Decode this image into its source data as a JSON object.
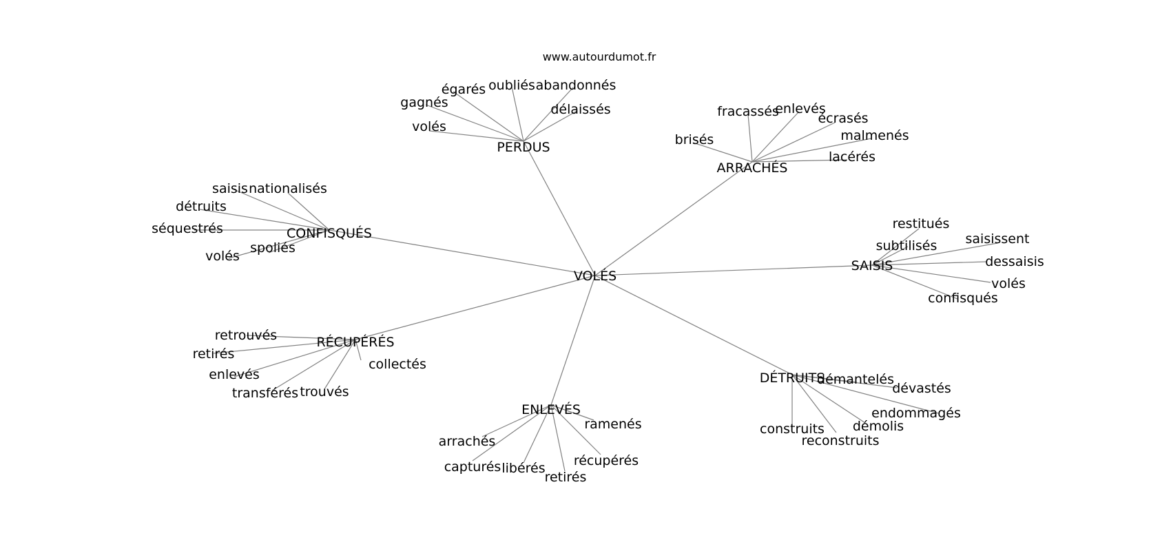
{
  "source_label": "www.autourdumot.fr",
  "graph": {
    "center": {
      "id": "voles",
      "label": "VOLÉS"
    },
    "hubs": [
      {
        "id": "perdus",
        "label": "PERDUS",
        "children": [
          "égarés",
          "oubliés",
          "abandonnés",
          "gagnés",
          "délaissés",
          "volés"
        ]
      },
      {
        "id": "arraches",
        "label": "ARRACHÉS",
        "children": [
          "fracassés",
          "enlevés",
          "écrasés",
          "brisés",
          "malmenés",
          "lacérés"
        ]
      },
      {
        "id": "confisques",
        "label": "CONFISQUÉS",
        "children": [
          "saisis",
          "nationalisés",
          "détruits",
          "séquestrés",
          "spoliés",
          "volés"
        ]
      },
      {
        "id": "saisis",
        "label": "SAISIS",
        "children": [
          "restitués",
          "subtilisés",
          "saisissent",
          "dessaisis",
          "volés",
          "confisqués"
        ]
      },
      {
        "id": "recuperes",
        "label": "RÉCUPÉRÉS",
        "children": [
          "retrouvés",
          "retirés",
          "enlevés",
          "transférés",
          "trouvés",
          "collectés"
        ]
      },
      {
        "id": "detruits",
        "label": "DÉTRUITS",
        "children": [
          "démantelés",
          "dévastés",
          "endommagés",
          "démolis",
          "construits",
          "reconstruits"
        ]
      },
      {
        "id": "enleves",
        "label": "ENLEVÉS",
        "children": [
          "ramenés",
          "arrachés",
          "récupérés",
          "capturés",
          "libérés",
          "retirés"
        ]
      }
    ]
  }
}
